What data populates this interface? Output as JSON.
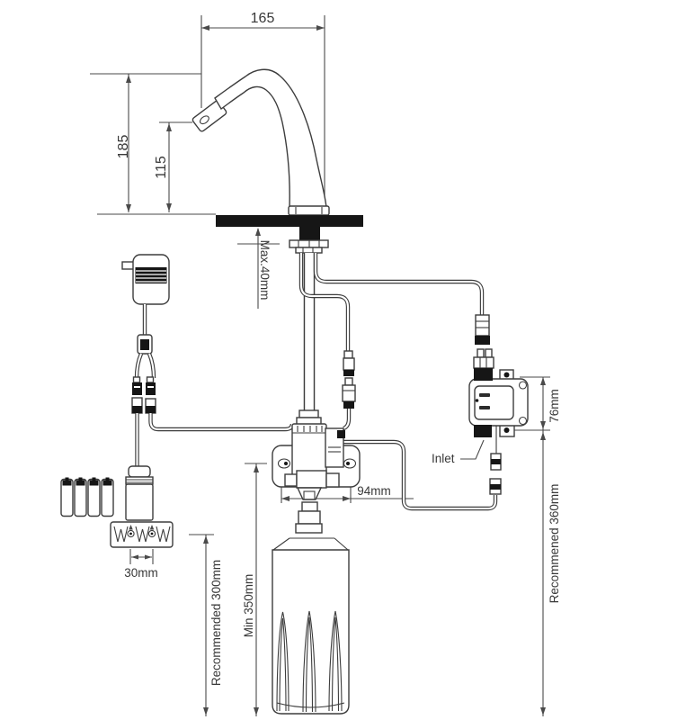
{
  "diagram": {
    "type": "installation-diagram",
    "subject": "sensor tap and soap dispenser installation with dimensions",
    "dimensions": {
      "spout_reach": "165",
      "spout_height": "185",
      "sensor_height": "115",
      "max_deck_thickness": "Max.40mm",
      "pump_bracket_width": "94mm",
      "battery_bracket_screw_spacing": "30mm",
      "control_box_mount_height": "76mm",
      "recommended_clearance_left": "Recommended 300mm",
      "min_bottle_clearance": "Min 350mm",
      "recommended_clearance_right": "Recommened 360mm"
    },
    "labels": {
      "inlet": "Inlet"
    },
    "colors": {
      "line": "#3d3d3d",
      "solid": "#161616",
      "background": "#ffffff"
    }
  }
}
